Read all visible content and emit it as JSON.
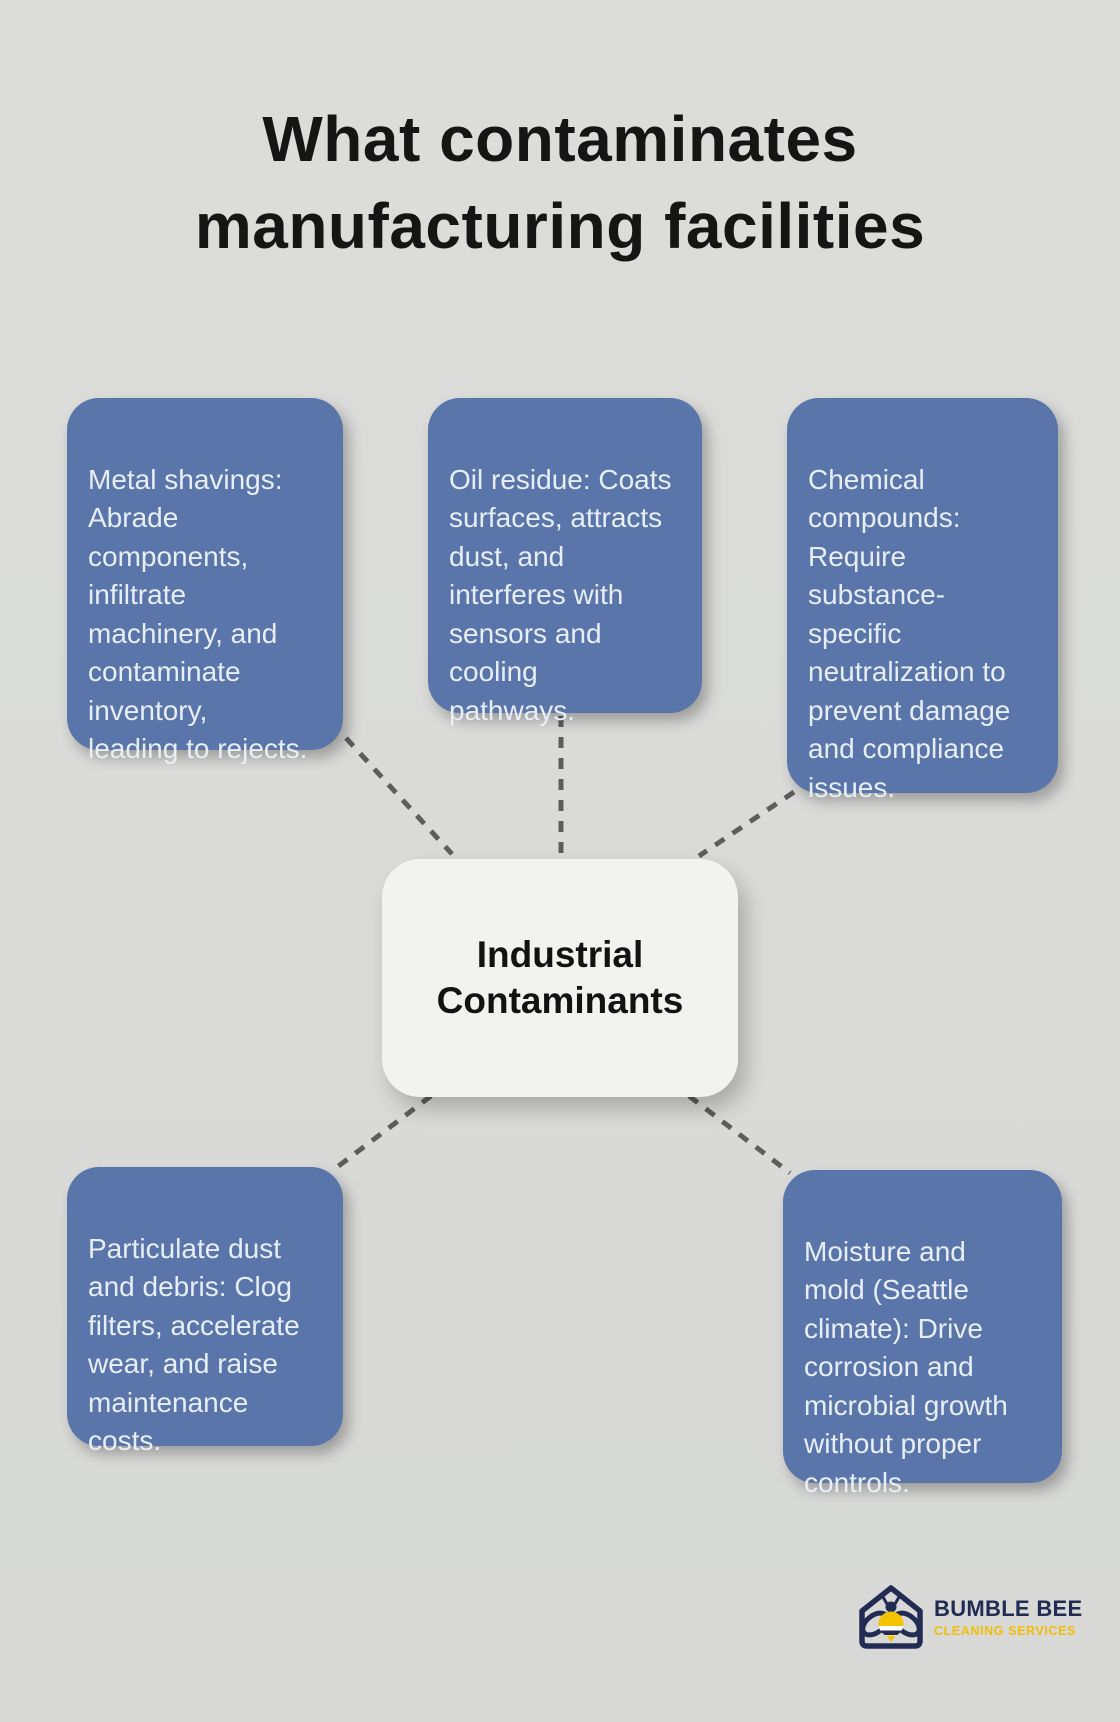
{
  "title": {
    "line1": "What contaminates",
    "line2": "manufacturing facilities"
  },
  "center_node": {
    "label": "Industrial\nContaminants"
  },
  "nodes": [
    {
      "id": "metal-shavings",
      "text": "Metal shavings:\nAbrade\ncomponents,\ninfiltrate\nmachinery, and\ncontaminate\ninventory,\nleading to rejects."
    },
    {
      "id": "oil-residue",
      "text": "Oil residue: Coats\nsurfaces, attracts\ndust, and\ninterferes with\nsensors and\ncooling\npathways."
    },
    {
      "id": "chemical-compounds",
      "text": "Chemical\ncompounds:\nRequire\nsubstance-\nspecific\nneutralization to\nprevent damage\nand compliance\nissues."
    },
    {
      "id": "particulate-dust",
      "text": "Particulate dust\nand debris: Clog\nfilters, accelerate\nwear, and raise\nmaintenance\ncosts."
    },
    {
      "id": "moisture-mold",
      "text": "Moisture and\nmold (Seattle\nclimate): Drive\ncorrosion and\nmicrobial growth\nwithout proper\ncontrols."
    }
  ],
  "logo": {
    "icon": "bee-in-house",
    "company": "BUMBLE BEE",
    "tagline": "CLEANING SERVICES"
  },
  "colors": {
    "background": "#dcddda",
    "title_text": "#151515",
    "node_fill": "#5a75aa",
    "node_text": "#e8eef8",
    "center_fill": "#f2f2f1",
    "center_text": "#121212",
    "connector": "#5d5d5d",
    "logo_navy": "#222c53",
    "logo_yellow": "#f0bd0a"
  }
}
